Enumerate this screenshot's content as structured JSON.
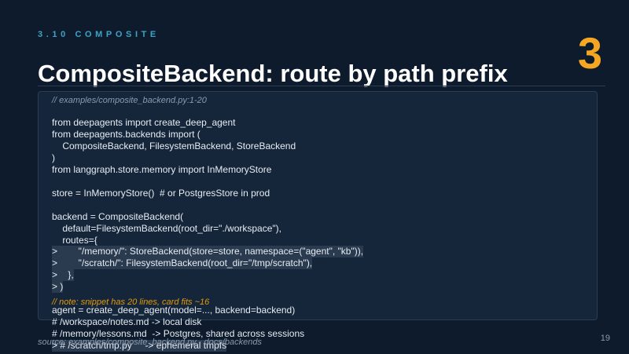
{
  "slide": {
    "section": "3.10  COMPOSITE",
    "section_number_large": "3",
    "title": "CompositeBackend: route by path prefix",
    "page_number": "19"
  },
  "code": {
    "header_comment": "// examples/composite_backend.py:1-20",
    "lines": [
      {
        "text": "from deepagents import create_deep_agent",
        "highlighted": false
      },
      {
        "text": "from deepagents.backends import (",
        "highlighted": false
      },
      {
        "text": "    CompositeBackend, FilesystemBackend, StoreBackend",
        "highlighted": false
      },
      {
        "text": ")",
        "highlighted": false
      },
      {
        "text": "from langgraph.store.memory import InMemoryStore",
        "highlighted": false
      },
      {
        "text": "",
        "highlighted": false
      },
      {
        "text": "store = InMemoryStore()  # or PostgresStore in prod",
        "highlighted": false
      },
      {
        "text": "",
        "highlighted": false
      },
      {
        "text": "backend = CompositeBackend(",
        "highlighted": false
      },
      {
        "text": "    default=FilesystemBackend(root_dir=\"./workspace\"),",
        "highlighted": false
      },
      {
        "text": "    routes={",
        "highlighted": false
      },
      {
        "text": ">        \"/memory/\": StoreBackend(store=store, namespace=(\"agent\", \"kb\")),",
        "highlighted": true
      },
      {
        "text": ">        \"/scratch/\": FilesystemBackend(root_dir=\"/tmp/scratch\"),",
        "highlighted": true
      },
      {
        "text": ">    },",
        "highlighted": true
      },
      {
        "text": "> )",
        "highlighted": true
      },
      {
        "text": "",
        "highlighted": false
      },
      {
        "text": "agent = create_deep_agent(model=..., backend=backend)",
        "highlighted": false
      },
      {
        "text": "# /workspace/notes.md -> local disk",
        "highlighted": false
      },
      {
        "text": "# /memory/lessons.md  -> Postgres, shared across sessions",
        "highlighted": false
      },
      {
        "text": "> # /scratch/tmp.py     -> ephemeral tmpfs",
        "highlighted": true
      }
    ],
    "overflow_note": "// note: snippet has 20 lines, card fits ~16"
  },
  "footer": {
    "source": "source: examples/composite_backend.py · docs/backends"
  },
  "colors": {
    "background": "#0d1b2c",
    "accent_section": "#3ea3c4",
    "accent_number": "#f5a623",
    "note": "#e09a10"
  }
}
